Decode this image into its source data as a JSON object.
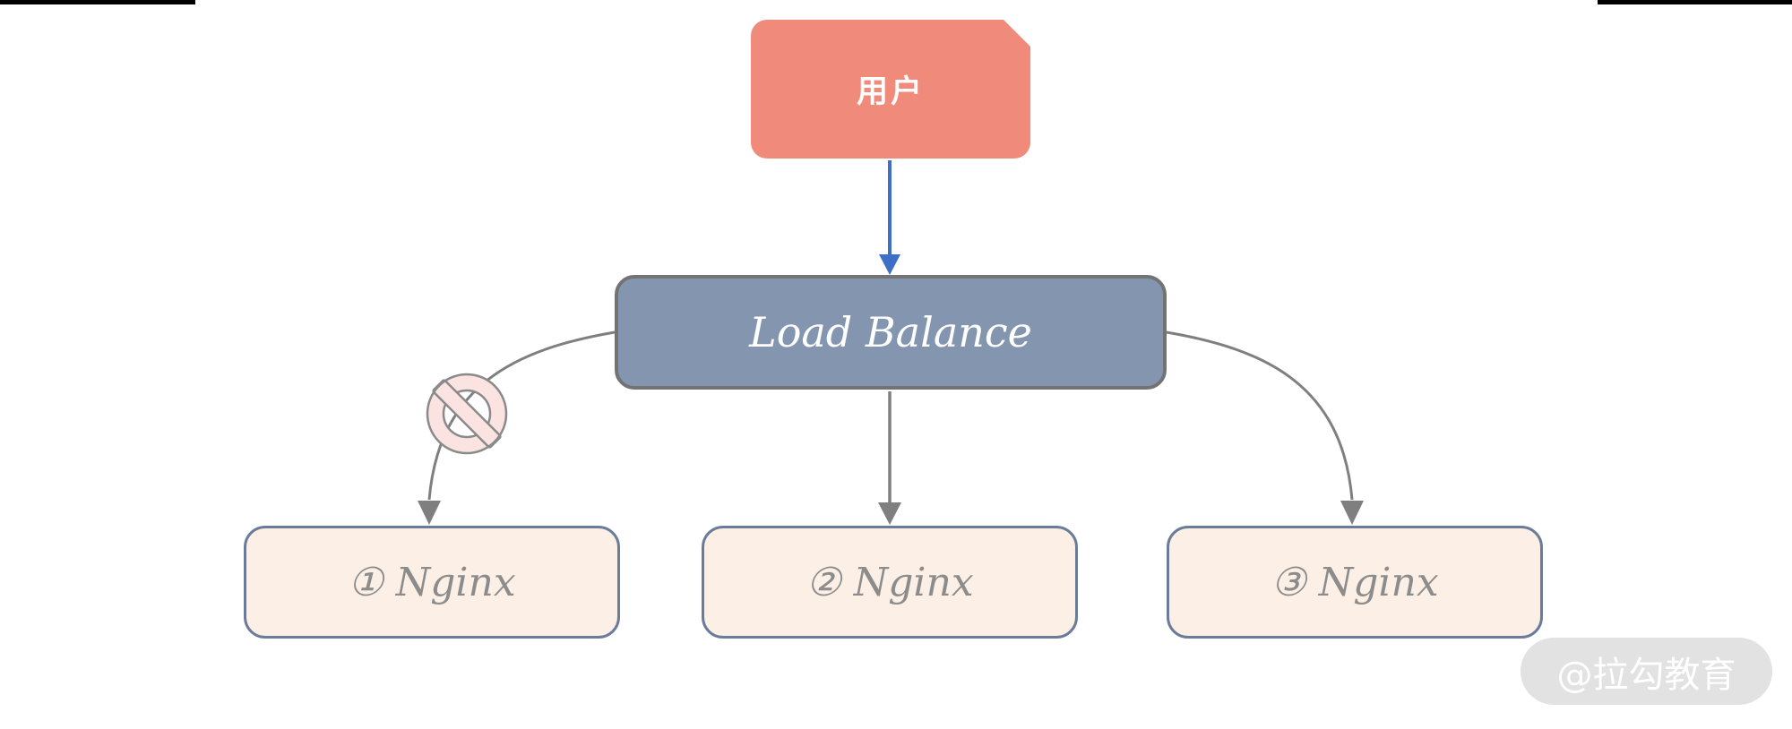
{
  "nodes": {
    "user": {
      "label": "用户",
      "fill": "#F08A7B",
      "text_color": "#FFFFFF",
      "shape": "rounded-card-clipped-corner"
    },
    "load_balance": {
      "label": "Load Balance",
      "fill": "#8496AF",
      "border_color": "#737373",
      "text_color": "#FFFFFF"
    },
    "nginx": {
      "fill": "#FCEFE5",
      "border_color": "#6B7C9B",
      "text_color": "#8C8C8C",
      "items": [
        {
          "label": "① Nginx"
        },
        {
          "label": "② Nginx"
        },
        {
          "label": "③ Nginx"
        }
      ]
    }
  },
  "edges": {
    "user_to_load_balance": {
      "color": "#3E6EC5",
      "style": "straight-arrow-down"
    },
    "load_balance_to_nginx1": {
      "color": "#7F7F7F",
      "style": "curved-arrow",
      "blocked": true
    },
    "load_balance_to_nginx2": {
      "color": "#7F7F7F",
      "style": "straight-arrow-down"
    },
    "load_balance_to_nginx3": {
      "color": "#7F7F7F",
      "style": "curved-arrow"
    },
    "blocked_icon": {
      "name": "no-entry-icon",
      "fill": "#FAE3E0",
      "stroke": "#8A8A8A"
    }
  },
  "watermark": {
    "label": "@拉勾教育",
    "text_color": "#FFFFFF"
  },
  "decorations": {
    "top_left_bar": "#000000",
    "top_right_bar": "#000000"
  }
}
